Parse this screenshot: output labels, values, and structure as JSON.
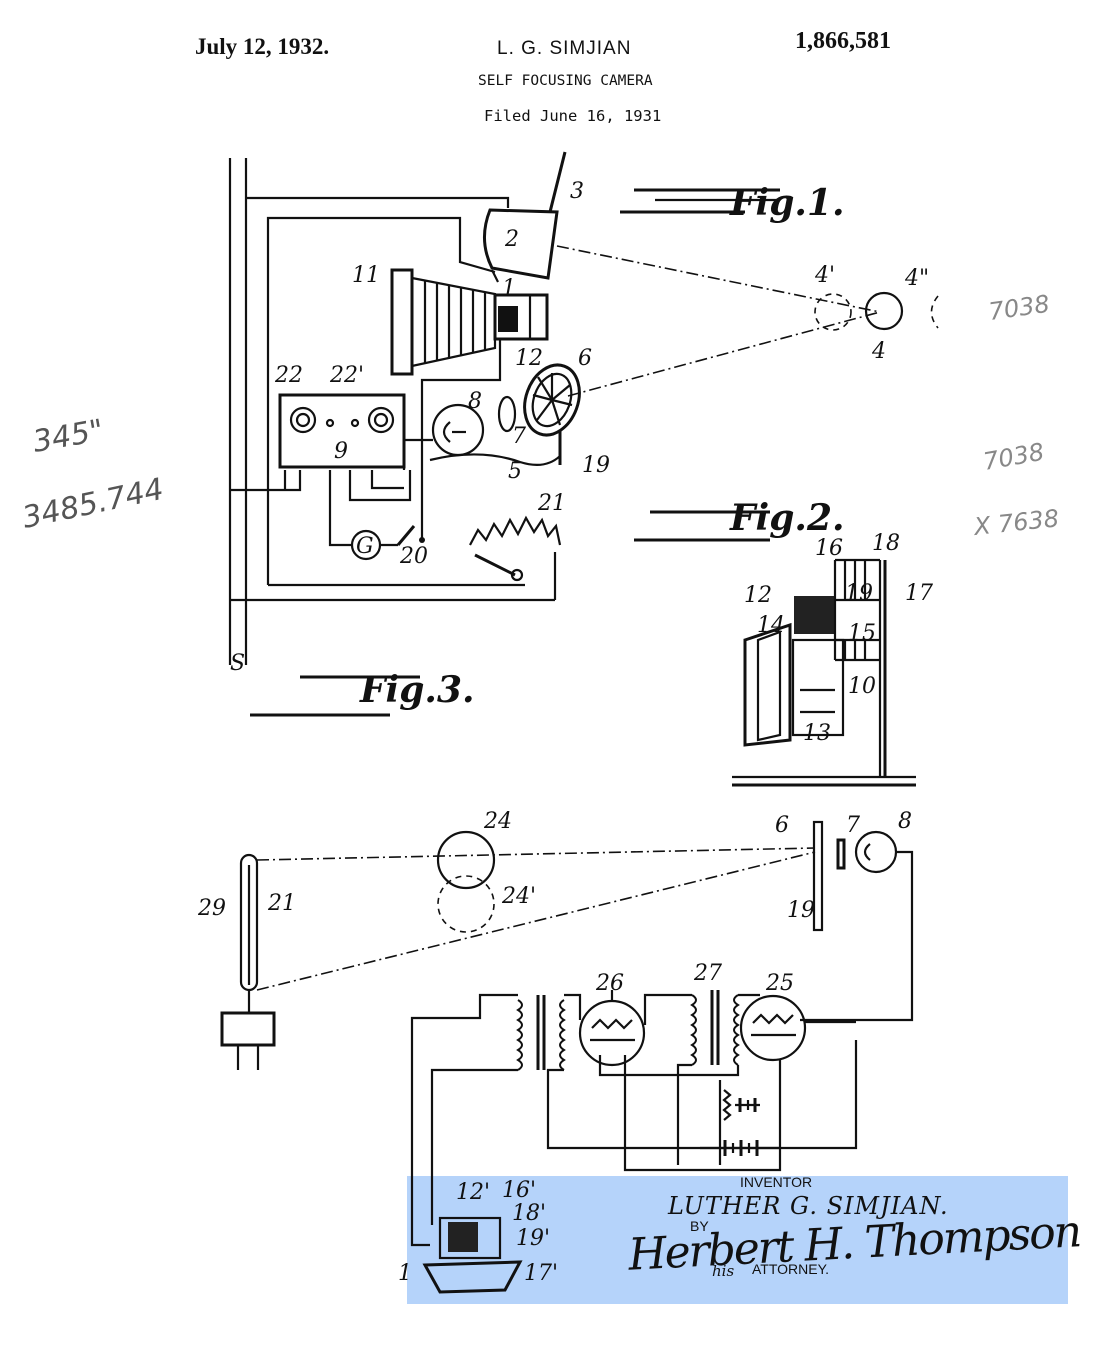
{
  "header": {
    "date": "July 12, 1932.",
    "inventor": "L. G. SIMJIAN",
    "patent_number": "1,866,581",
    "title": "SELF FOCUSING CAMERA",
    "filed": "Filed June 16, 1931"
  },
  "figures": {
    "fig1": "Fig.1.",
    "fig2": "Fig.2.",
    "fig3": "Fig.3."
  },
  "fig1_labels": {
    "l1": "1",
    "l2": "2",
    "l3": "3",
    "l4": "4",
    "l4p": "4'",
    "l4pp": "4\"",
    "l5": "5",
    "l6": "6",
    "l7": "7",
    "l8": "8",
    "l9": "9",
    "l11": "11",
    "l12": "12",
    "l19": "19",
    "l20": "20",
    "l21": "21",
    "l22": "22",
    "l22p": "22'",
    "lG": "G",
    "lS": "S"
  },
  "fig2_labels": {
    "l10": "10",
    "l12": "12",
    "l13": "13",
    "l14": "14",
    "l15": "15",
    "l16": "16",
    "l17": "17",
    "l18": "18",
    "l19": "19"
  },
  "fig3_labels": {
    "l1": "1",
    "l6": "6",
    "l7": "7",
    "l8": "8",
    "l12p": "12'",
    "l16p": "16'",
    "l17p": "17'",
    "l18p": "18'",
    "l19": "19",
    "l19p": "19'",
    "l21": "21",
    "l24": "24",
    "l24p": "24'",
    "l25": "25",
    "l26": "26",
    "l27": "27",
    "l29": "29"
  },
  "annotations": {
    "a1": "7038",
    "a2": "7038",
    "a3": "X 7638",
    "a4": "345\"",
    "a5": "3485.744"
  },
  "signature_block": {
    "inventor_label": "INVENTOR",
    "inventor_name": "LUTHER G. SIMJIAN.",
    "by_label": "BY",
    "attorney_signature": "Herbert H. Thompson",
    "his_label": "his",
    "attorney_label": "ATTORNEY."
  },
  "colors": {
    "highlight": "#78aff5",
    "ink": "#111111"
  }
}
